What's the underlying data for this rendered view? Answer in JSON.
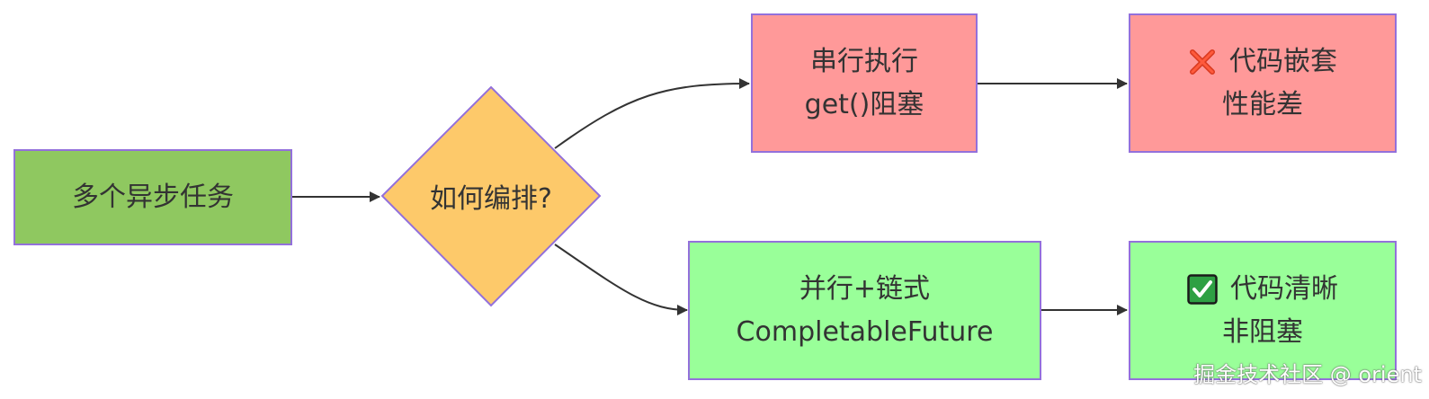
{
  "diagram": {
    "nodes": {
      "start": {
        "label": "多个异步任务",
        "fill": "#8fc860"
      },
      "decision": {
        "label": "如何编排?",
        "fill": "#fdc96a"
      },
      "serial": {
        "line1": "串行执行",
        "line2": "get()阻塞",
        "fill": "#ff9999"
      },
      "bad": {
        "line1": "代码嵌套",
        "line2": "性能差",
        "fill": "#ff9999",
        "icon": "cross-mark-icon"
      },
      "parallel": {
        "line1": "并行+链式",
        "line2": "CompletableFuture",
        "fill": "#99ff99"
      },
      "good": {
        "line1": "代码清晰",
        "line2": "非阻塞",
        "fill": "#99ff99",
        "icon": "check-box-icon"
      }
    },
    "border_color": "#9370db",
    "edge_color": "#333333"
  },
  "watermark": "掘金技术社区 @ orient"
}
